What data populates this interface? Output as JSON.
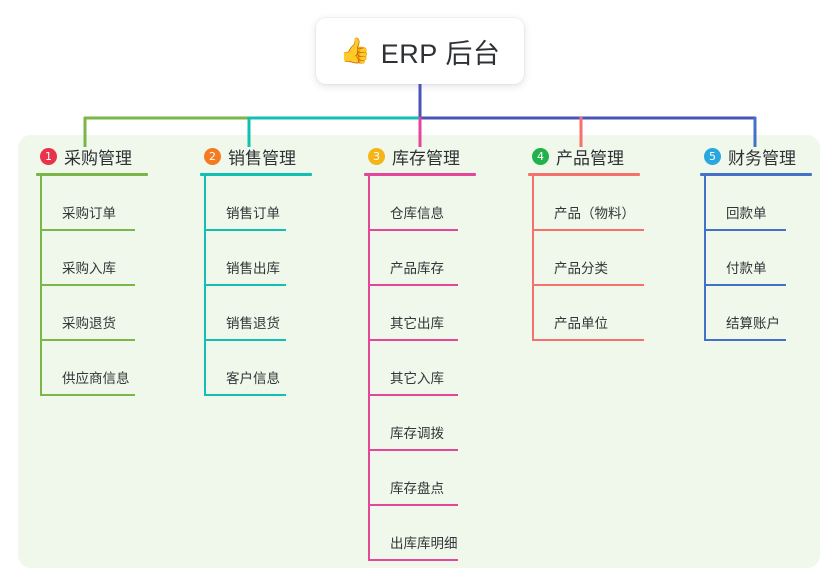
{
  "root": {
    "icon": "thumbs-up-icon",
    "icon_glyph": "👍",
    "label": "ERP 后台"
  },
  "diagram_data": {
    "type": "mindmap",
    "orientation": "top-down",
    "panel_color": "#eff8ea",
    "trunk_color": "#4b53b8",
    "columns": [
      {
        "index": "1",
        "badge": "1",
        "badge_color": "#e8334a",
        "title": "采购管理",
        "line_color": "#7ab648",
        "rule_width": 112,
        "leaf_rule_width": 93,
        "items": [
          {
            "label": "采购订单"
          },
          {
            "label": "采购入库"
          },
          {
            "label": "采购退货"
          },
          {
            "label": "供应商信息"
          }
        ]
      },
      {
        "index": "2",
        "badge": "2",
        "badge_color": "#f47b20",
        "title": "销售管理",
        "line_color": "#11c0b0",
        "rule_width": 112,
        "leaf_rule_width": 80,
        "items": [
          {
            "label": "销售订单"
          },
          {
            "label": "销售出库"
          },
          {
            "label": "销售退货"
          },
          {
            "label": "客户信息"
          }
        ]
      },
      {
        "index": "3",
        "badge": "3",
        "badge_color": "#f5b518",
        "title": "库存管理",
        "line_color": "#e4469a",
        "rule_width": 112,
        "leaf_rule_width": 88,
        "items": [
          {
            "label": "仓库信息"
          },
          {
            "label": "产品库存"
          },
          {
            "label": "其它出库"
          },
          {
            "label": "其它入库"
          },
          {
            "label": "库存调拨"
          },
          {
            "label": "库存盘点"
          },
          {
            "label": "出库库明细"
          }
        ]
      },
      {
        "index": "4",
        "badge": "4",
        "badge_color": "#22b14c",
        "title": "产品管理",
        "line_color": "#f4726b",
        "rule_width": 112,
        "leaf_rule_width": 110,
        "items": [
          {
            "label": "产品（物料）"
          },
          {
            "label": "产品分类"
          },
          {
            "label": "产品单位"
          }
        ]
      },
      {
        "index": "5",
        "badge": "5",
        "badge_color": "#29a8e0",
        "title": "财务管理",
        "line_color": "#4172c8",
        "rule_width": 112,
        "leaf_rule_width": 80,
        "items": [
          {
            "label": "回款单"
          },
          {
            "label": "付款单"
          },
          {
            "label": "结算账户"
          }
        ]
      }
    ]
  }
}
